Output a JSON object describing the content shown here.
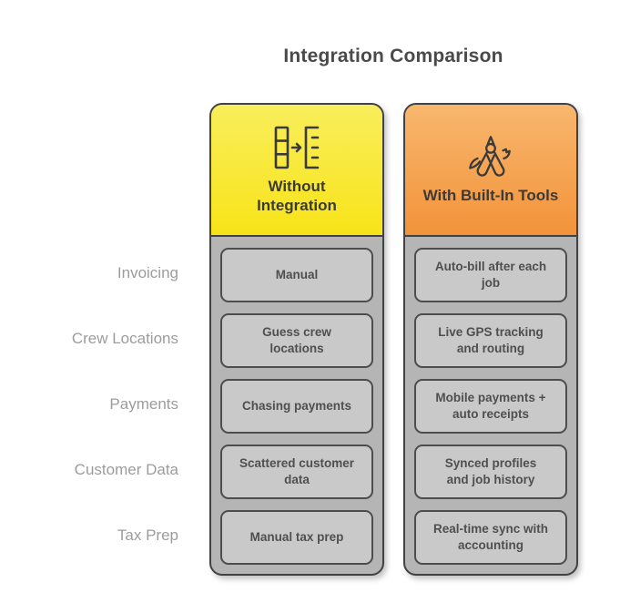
{
  "title": "Integration Comparison",
  "row_labels": [
    "Invoicing",
    "Crew Locations",
    "Payments",
    "Customer Data",
    "Tax Prep"
  ],
  "columns": [
    {
      "header_label": "Without Integration",
      "icon": "table-to-list-transfer-icon",
      "cells": [
        "Manual",
        "Guess crew locations",
        "Chasing payments",
        "Scattered customer data",
        "Manual tax prep"
      ]
    },
    {
      "header_label": "With Built-In Tools",
      "icon": "swiss-army-knife-icon",
      "cells": [
        "Auto-bill after each job",
        "Live GPS tracking and routing",
        "Mobile payments + auto receipts",
        "Synced profiles and job history",
        "Real-time sync with accounting"
      ]
    }
  ],
  "colors": {
    "without_header_top": "#f9ee5c",
    "without_header_bottom": "#f8e318",
    "with_header_top": "#f8b76e",
    "with_header_bottom": "#f2933a",
    "column_body_bg": "#b5b5b5",
    "cell_bg": "#c9c9c9",
    "border": "#424242",
    "title_text": "#4a4a4a",
    "row_label_text": "#9c9c9c",
    "cell_text": "#4f4f4f"
  }
}
